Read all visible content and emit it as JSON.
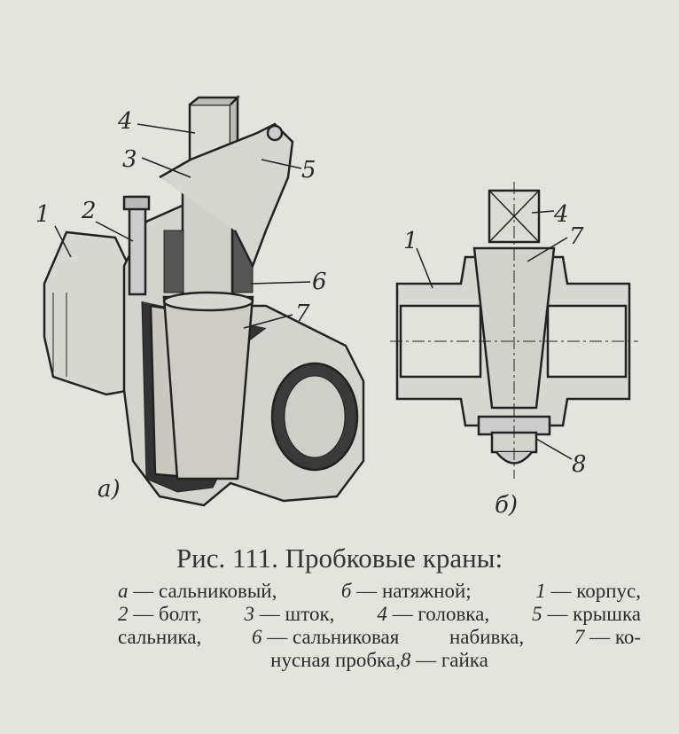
{
  "figure": {
    "a": {
      "sublabel": "а)",
      "callouts": [
        "1",
        "2",
        "3",
        "4",
        "5",
        "6",
        "7"
      ]
    },
    "b": {
      "sublabel": "б)",
      "callouts": [
        "4",
        "1",
        "7",
        "8"
      ]
    }
  },
  "caption": {
    "title": "Рис. 111. Пробковые краны:",
    "lines": [
      [
        {
          "num": "а",
          "text": " — сальниковый,"
        },
        {
          "num": "б",
          "text": " — натяжной;"
        },
        {
          "num": "1",
          "text": " — корпус,"
        }
      ],
      [
        {
          "num": "2",
          "text": " — болт,"
        },
        {
          "num": "3",
          "text": " — шток,"
        },
        {
          "num": "4",
          "text": " — головка,"
        },
        {
          "num": "5",
          "text": " — крышка"
        }
      ],
      [
        {
          "num": "",
          "text": "сальника,"
        },
        {
          "num": "6",
          "text": " — сальниковая"
        },
        {
          "num": "",
          "text": "набивка,"
        },
        {
          "num": "7",
          "text": " — ко-"
        }
      ],
      [
        {
          "num": "",
          "text": "нусная пробка, "
        },
        {
          "num": "8",
          "text": " — гайка"
        }
      ]
    ]
  }
}
